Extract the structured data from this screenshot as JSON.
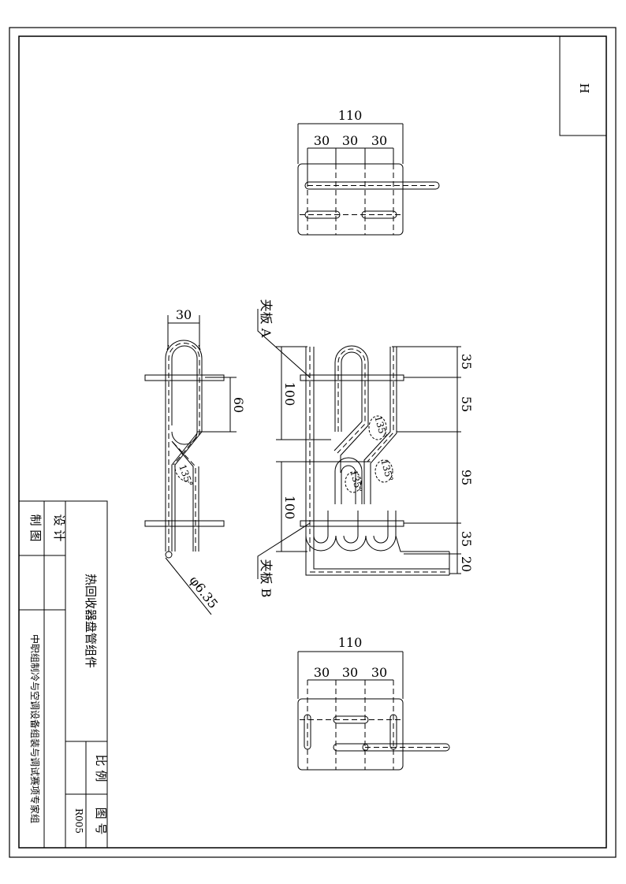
{
  "title_block": {
    "part_name": "热回收器盘管组件",
    "organization": "中职组制冷与空调设备组装与调试赛项专家组",
    "design_label": "设 计",
    "drawn_label": "制 图",
    "scale_label": "比 例",
    "drawing_no_label": "图 号",
    "drawing_no": "R005"
  },
  "sheet_tag": "H",
  "dims": {
    "top_overall": "110",
    "top_pitch": "30",
    "bottom_overall": "110",
    "bottom_pitch": "30",
    "side_width": "30",
    "side_height": "60",
    "side_angle": "135°",
    "tube_dia": "φ6.35",
    "front_vert_1": "100",
    "front_vert_2": "100",
    "right_1": "35",
    "right_2": "55",
    "right_3": "95",
    "right_4": "35",
    "right_5": "20",
    "front_angle_1": "135°",
    "front_angle_2": "135°",
    "front_angle_3": "135°"
  },
  "callouts": {
    "plate_a": "夹板 A",
    "plate_b": "夹板 B"
  }
}
